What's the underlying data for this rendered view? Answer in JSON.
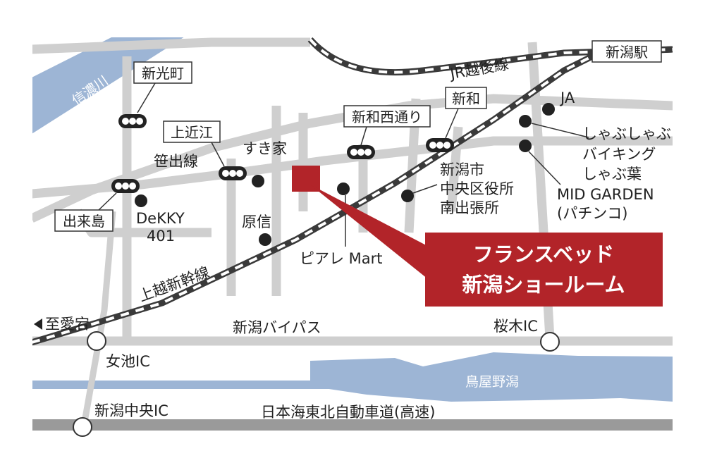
{
  "colors": {
    "water": "#9db5d5",
    "road": "#cfcfcf",
    "highway": "#9a9a9a",
    "rail": "#3a3a3a",
    "accent": "#b22429",
    "marker": "#222222"
  },
  "water": {
    "river": "信濃川",
    "lagoon": "鳥屋野潟"
  },
  "roads": {
    "sasade": "笹出線",
    "bypass": "新潟バイパス",
    "expressway": "日本海東北自動車道(高速)",
    "shinkansen": "上越新幹線",
    "jr_line": "JR越後線",
    "to_atago": "至愛宕"
  },
  "signals": {
    "shinkocho": "新光町",
    "kamiomi": "上近江",
    "dekijima": "出来島",
    "shinwa_nishi": "新和西通り",
    "shinwa": "新和"
  },
  "station": "新潟駅",
  "interchanges": {
    "sakuragi": "桜木IC",
    "meike": "女池IC",
    "chuo": "新潟中央IC"
  },
  "places": {
    "ja": "JA",
    "shabu_line1": "しゃぶしゃぶ",
    "shabu_line2": "バイキング",
    "shabu_line3": "しゃぶ葉",
    "mid_line1": "MID GARDEN",
    "mid_line2": "(パチンコ)",
    "office_line1": "新潟市",
    "office_line2": "中央区役所",
    "office_line3": "南出張所",
    "sukiya": "すき家",
    "harashin": "原信",
    "dekky_line1": "DeKKY",
    "dekky_line2": "401",
    "piare": "ピアレ Mart"
  },
  "showroom": {
    "line1": "フランスベッド",
    "line2": "新潟ショールーム"
  }
}
